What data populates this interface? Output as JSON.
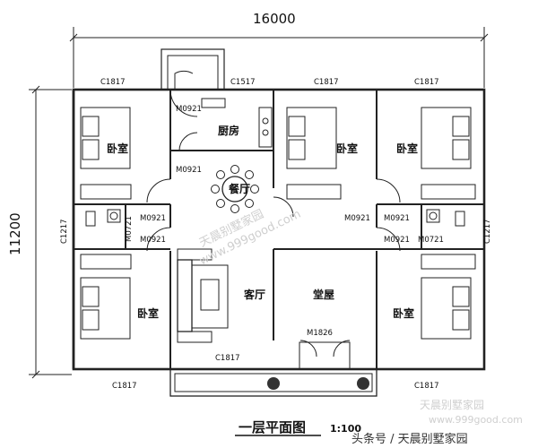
{
  "dimensions": {
    "width": "16000",
    "height": "11200"
  },
  "rooms": {
    "kitchen": "厨房",
    "dining": "餐厅",
    "living": "客厅",
    "hall": "堂屋",
    "bedroom_tl": "卧室",
    "bedroom_tr1": "卧室",
    "bedroom_tr2": "卧室",
    "bedroom_bl": "卧室",
    "bedroom_br": "卧室"
  },
  "windows": {
    "top_left": "C1817",
    "top_mid": "C1517",
    "top_center": "C1817",
    "top_right": "C1817",
    "bottom_left": "C1817",
    "bottom_center": "C1817",
    "bottom_right": "C1817",
    "side_left": "C1217",
    "side_right": "C1217"
  },
  "doors": {
    "kitchen": "M0921",
    "dining": "M0921",
    "left_upper": "M0921",
    "left_lower": "M0921",
    "right_upper_1": "M0921",
    "right_upper_2": "M0921",
    "right_lower_1": "M0921",
    "right_lower_2": "M0721",
    "bath_left": "M0721",
    "main": "M1826"
  },
  "watermark": {
    "center_name": "天晨别墅家园",
    "center_url": "www.999good.com",
    "corner_name": "天晨别墅家园",
    "corner_url": "www.999good.com",
    "source": "头条号 / 天晨别墅家园"
  },
  "title": "一层平面图",
  "scale": "1:100"
}
